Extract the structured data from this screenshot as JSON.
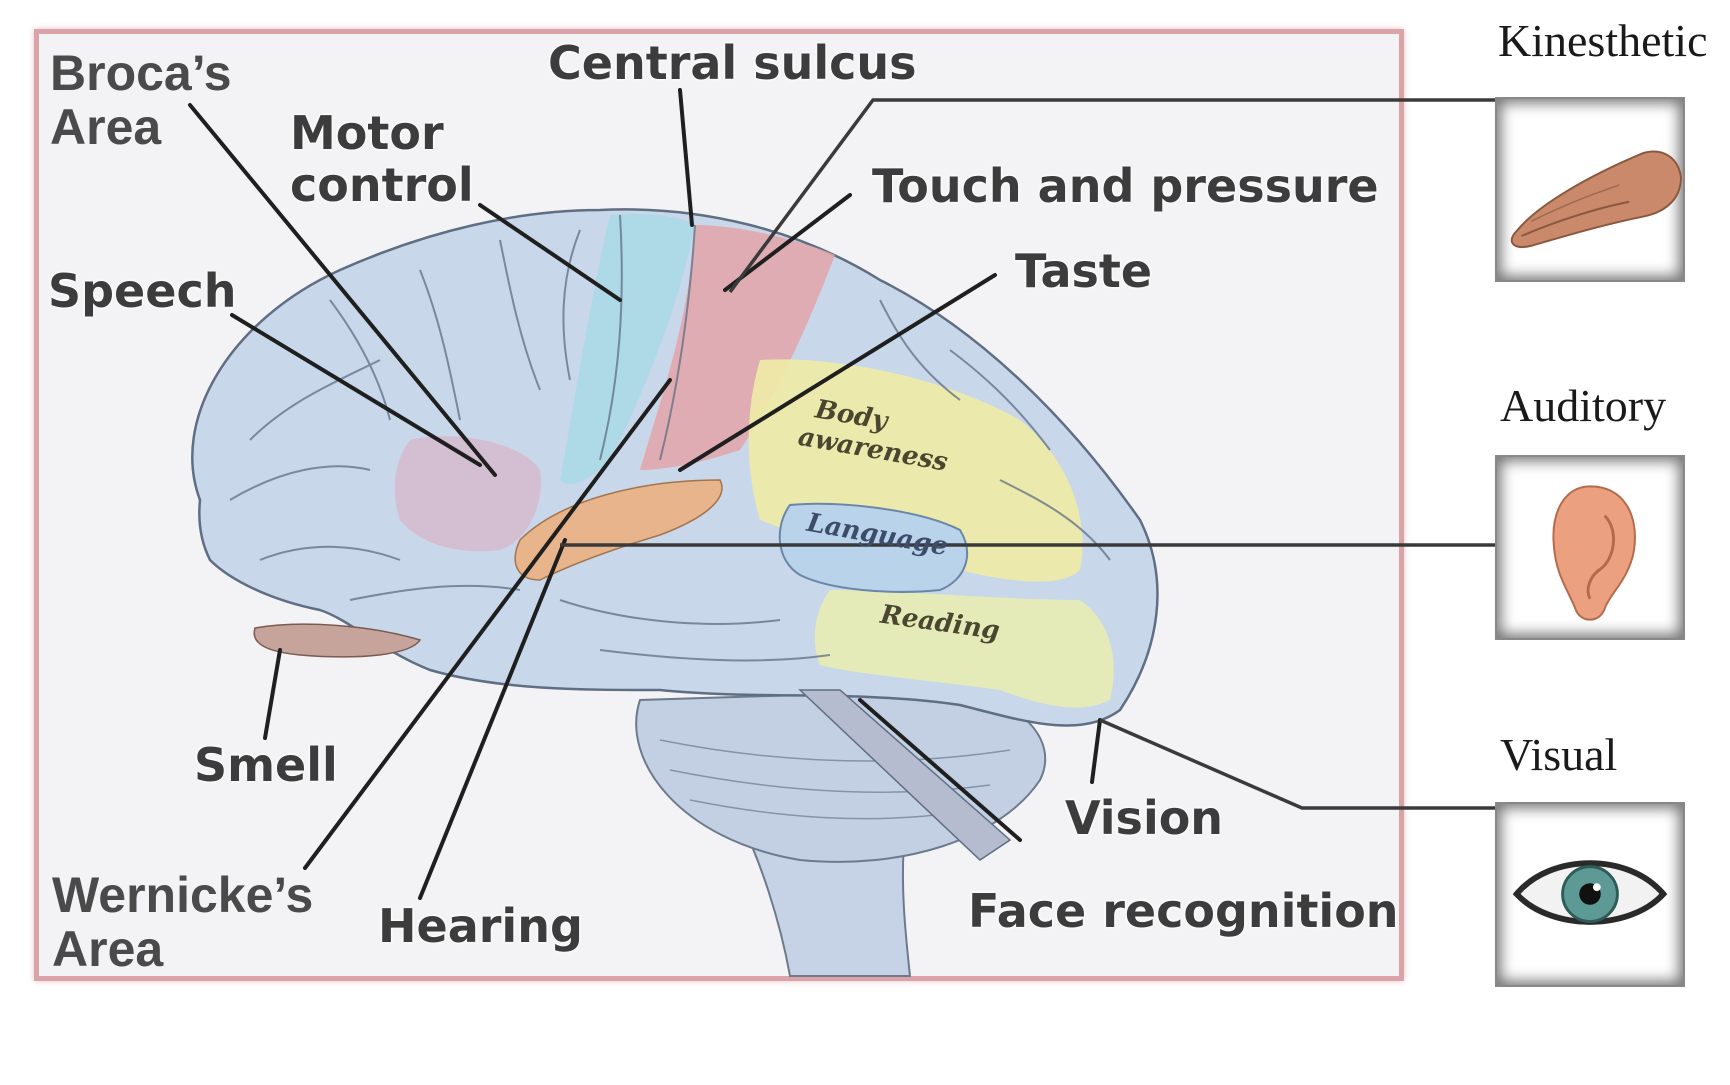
{
  "labels": {
    "brocas_area_line1": "Broca’s",
    "brocas_area_line2": "Area",
    "central_sulcus": "Central sulcus",
    "motor_control_line1": "Motor",
    "motor_control_line2": "control",
    "touch_and_pressure": "Touch and pressure",
    "taste": "Taste",
    "speech": "Speech",
    "body_awareness_line1": "Body",
    "body_awareness_line2": "awareness",
    "language": "Language",
    "reading": "Reading",
    "smell": "Smell",
    "vision": "Vision",
    "wernickes_area_line1": "Wernicke’s",
    "wernickes_area_line2": "Area",
    "hearing": "Hearing",
    "face_recognition": "Face recognition"
  },
  "senses": {
    "kinesthetic": "Kinesthetic",
    "auditory": "Auditory",
    "visual": "Visual"
  },
  "colors": {
    "motor_region": "#a9d9e6",
    "touch_region": "#e2a4a8",
    "sensory_region": "#f0eba6",
    "language_region": "#b8d3ea",
    "hearing_region": "#e8b48c",
    "brain_base": "#c9d7ea",
    "frame_border": "#d9a3a8"
  }
}
